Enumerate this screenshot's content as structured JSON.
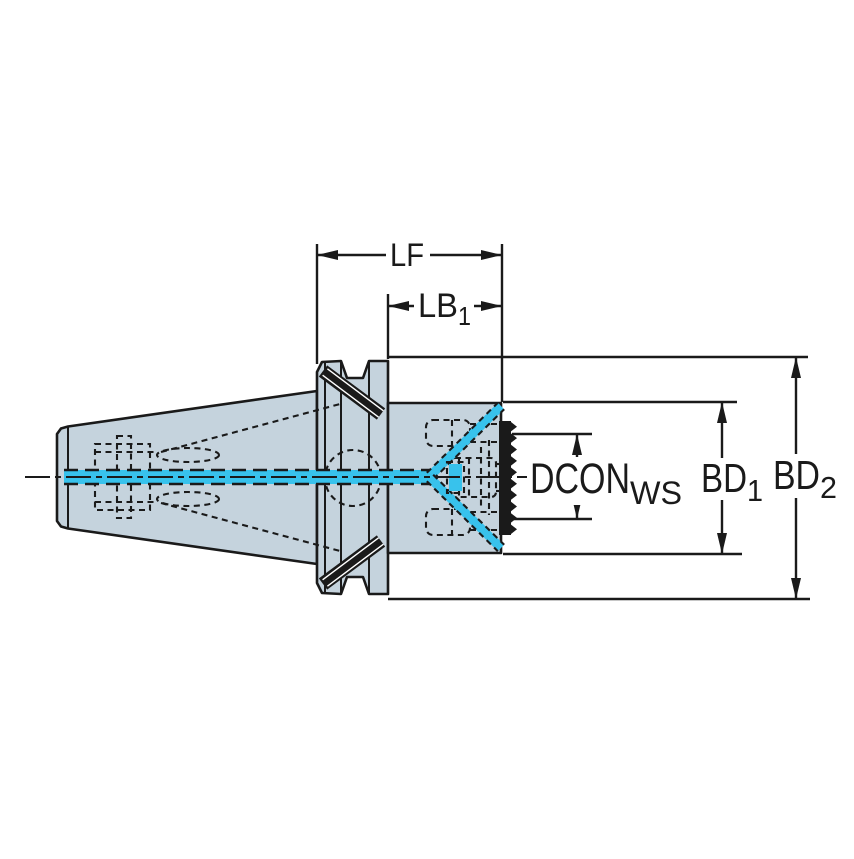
{
  "drawing": {
    "kind": "tool-holder engineering drawing, side view with dimensions",
    "labels": {
      "lf": {
        "text": "LF"
      },
      "lb1": {
        "base": "LB",
        "sub": "1"
      },
      "dcon": {
        "base": "DCON",
        "sub": "WS"
      },
      "bd1": {
        "base": "BD",
        "sub": "1"
      },
      "bd2": {
        "base": "BD",
        "sub": "2"
      }
    }
  },
  "colors": {
    "background": "#ffffff",
    "body_fill": "#c5d3dd",
    "coolant": "#38c2ec",
    "line": "#1a1a1a"
  }
}
